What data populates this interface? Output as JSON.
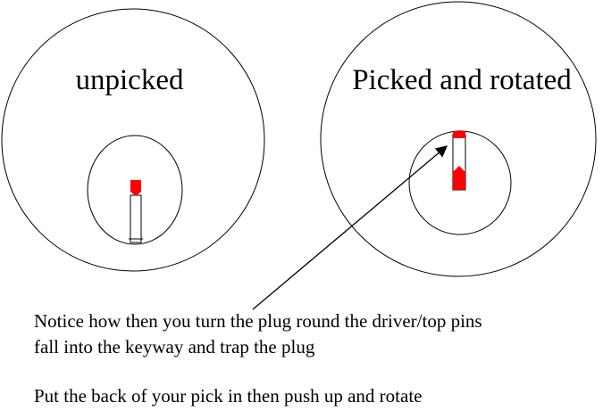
{
  "diagram": {
    "left_label": "unpicked",
    "right_label": "Picked and rotated"
  },
  "notes": {
    "line1": "Notice how then you turn the plug round the driver/top pins",
    "line2": "fall into the keyway and trap the plug",
    "line3": "Put the back of your pick in then push up and rotate"
  },
  "colors": {
    "pin": "#ff0000",
    "line": "#000000",
    "background": "#ffffff"
  }
}
